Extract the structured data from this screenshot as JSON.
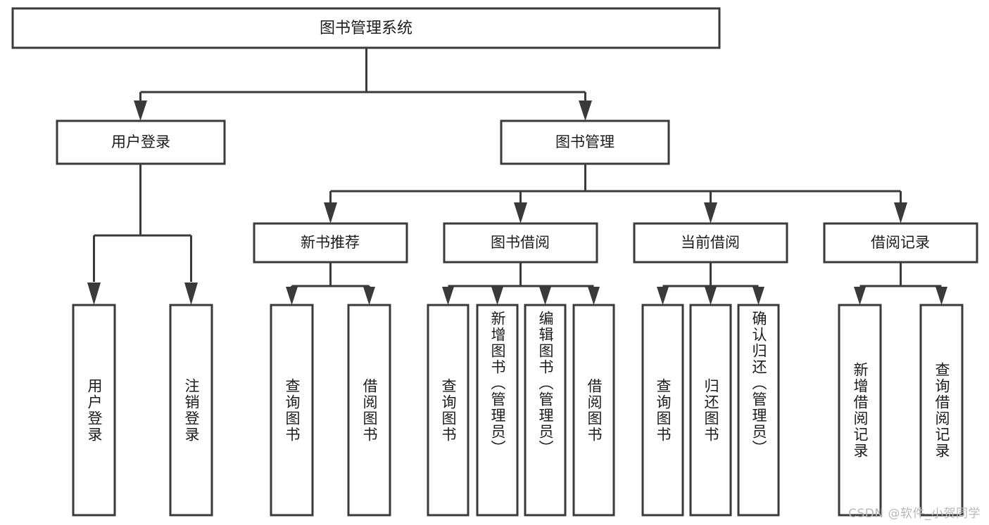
{
  "diagram": {
    "type": "tree",
    "title": "图书管理系统",
    "orientation": "top-down",
    "colors": {
      "box_stroke": "#3a3a3a",
      "box_fill": "#ffffff",
      "text": "#1c1c1c",
      "connector": "#3a3a3a",
      "watermark": "#b9b9b9",
      "background": "#ffffff"
    },
    "root": {
      "id": "root",
      "label": "图书管理系统"
    },
    "level1": [
      {
        "id": "user-login",
        "label": "用户登录"
      },
      {
        "id": "book-manage",
        "label": "图书管理"
      }
    ],
    "level2": [
      {
        "id": "new-book-recommend",
        "label": "新书推荐",
        "parent": "book-manage"
      },
      {
        "id": "book-borrow",
        "label": "图书借阅",
        "parent": "book-manage"
      },
      {
        "id": "current-borrow",
        "label": "当前借阅",
        "parent": "book-manage"
      },
      {
        "id": "borrow-record",
        "label": "借阅记录",
        "parent": "book-manage"
      }
    ],
    "leaves": {
      "user_login": [
        {
          "id": "leaf-user-login",
          "label": "用户登录"
        },
        {
          "id": "leaf-logout",
          "label": "注销登录"
        }
      ],
      "new_book_recommend": [
        {
          "id": "leaf-query-book-1",
          "label": "查询图书"
        },
        {
          "id": "leaf-borrow-book-1",
          "label": "借阅图书"
        }
      ],
      "book_borrow": [
        {
          "id": "leaf-query-book-2",
          "label": "查询图书"
        },
        {
          "id": "leaf-add-book",
          "label": "新增图书（管理员）"
        },
        {
          "id": "leaf-edit-book",
          "label": "编辑图书（管理员）"
        },
        {
          "id": "leaf-borrow-book-2",
          "label": "借阅图书"
        }
      ],
      "current_borrow": [
        {
          "id": "leaf-query-book-3",
          "label": "查询图书"
        },
        {
          "id": "leaf-return-book",
          "label": "归还图书"
        },
        {
          "id": "leaf-confirm-return",
          "label": "确认归还（管理员）"
        }
      ],
      "borrow_record": [
        {
          "id": "leaf-add-record",
          "label": "新增借阅记录"
        },
        {
          "id": "leaf-query-record",
          "label": "查询借阅记录"
        }
      ]
    }
  },
  "watermark": {
    "text": "CSDN @软件_小贺同学"
  }
}
